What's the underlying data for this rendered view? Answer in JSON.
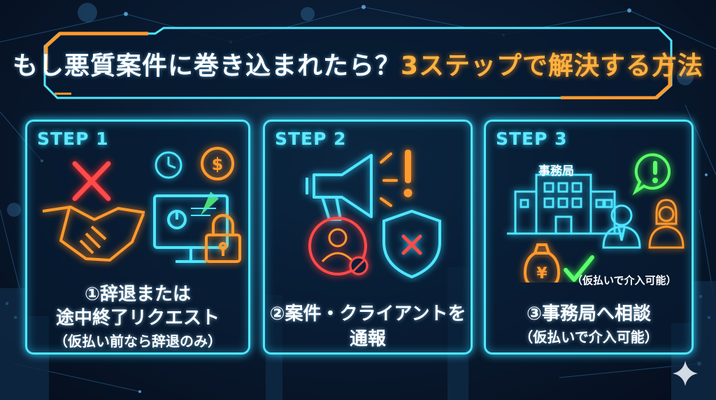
{
  "title": {
    "part_white": "もし悪質案件に巻き込まれたら？",
    "part_orange": "3ステップで解決する方法"
  },
  "steps": [
    {
      "label": "STEP 1",
      "line1": "①辞退または",
      "line2": "途中終了リクエスト",
      "line3": "（仮払い前なら辞退のみ）",
      "icons": [
        "x-mark-icon",
        "handshake-icon",
        "clock-icon",
        "dollar-coin-icon",
        "computer-monitor-icon",
        "padlock-icon"
      ]
    },
    {
      "label": "STEP 2",
      "line1": "②案件・クライアントを",
      "line2": "通報",
      "icons": [
        "megaphone-icon",
        "exclamation-icon",
        "blocked-person-icon",
        "shield-x-icon"
      ]
    },
    {
      "label": "STEP 3",
      "office_sign": "事務局",
      "note": "（仮払いで介入可能）",
      "line1": "③事務局へ相談",
      "line2": "（仮払いで介入可能）",
      "icons": [
        "office-building-icon",
        "exclamation-bubble-icon",
        "businessman-icon",
        "businesswoman-icon",
        "yen-moneybag-icon",
        "checkmark-icon"
      ]
    }
  ],
  "colors": {
    "neon_cyan": "#4fe6ff",
    "neon_orange": "#ff9a2e",
    "neon_red": "#ff4a4a",
    "neon_green": "#5cff6a",
    "title_orange": "#ffb23e"
  }
}
